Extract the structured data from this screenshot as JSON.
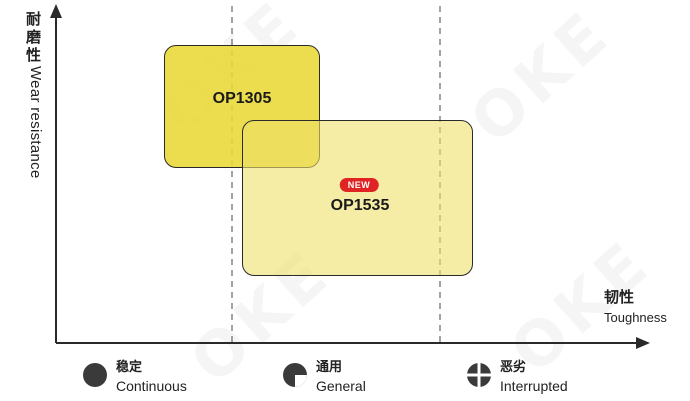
{
  "axes": {
    "y": {
      "cn": "耐磨性",
      "en": "Wear resistance"
    },
    "x": {
      "cn": "韧性",
      "en": "Toughness"
    }
  },
  "zones": [
    {
      "name": "OP1305",
      "color": "#e8d834",
      "opacity": 0.88
    },
    {
      "name": "OP1535",
      "badge": "NEW",
      "color": "#efe06a",
      "opacity": 0.6
    }
  ],
  "legend": [
    {
      "cn": "稳定",
      "en": "Continuous",
      "icon": "full-circle-icon"
    },
    {
      "cn": "通用",
      "en": "General",
      "icon": "notched-circle-icon"
    },
    {
      "cn": "恶劣",
      "en": "Interrupted",
      "icon": "cross-circle-icon"
    }
  ],
  "colors": {
    "axis": "#2a2a2a",
    "badge": "#e02424",
    "legend_icon": "#3a3a3a"
  }
}
